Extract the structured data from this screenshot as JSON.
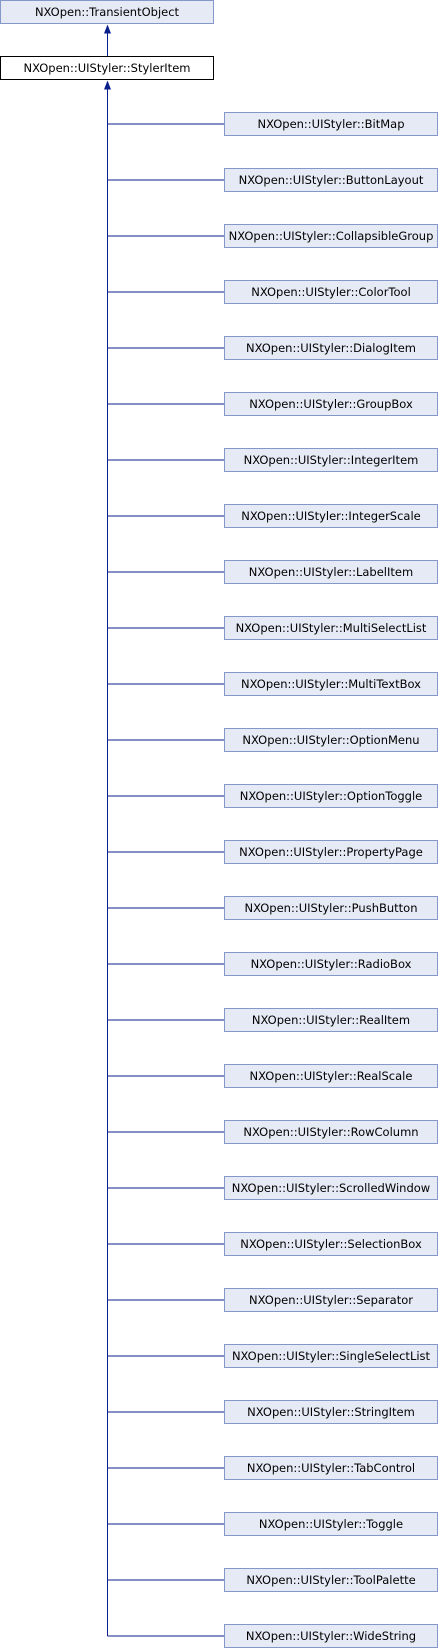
{
  "diagram": {
    "base": "NXOpen::TransientObject",
    "current": "NXOpen::UIStyler::StylerItem",
    "children": [
      "NXOpen::UIStyler::BitMap",
      "NXOpen::UIStyler::ButtonLayout",
      "NXOpen::UIStyler::CollapsibleGroup",
      "NXOpen::UIStyler::ColorTool",
      "NXOpen::UIStyler::DialogItem",
      "NXOpen::UIStyler::GroupBox",
      "NXOpen::UIStyler::IntegerItem",
      "NXOpen::UIStyler::IntegerScale",
      "NXOpen::UIStyler::LabelItem",
      "NXOpen::UIStyler::MultiSelectList",
      "NXOpen::UIStyler::MultiTextBox",
      "NXOpen::UIStyler::OptionMenu",
      "NXOpen::UIStyler::OptionToggle",
      "NXOpen::UIStyler::PropertyPage",
      "NXOpen::UIStyler::PushButton",
      "NXOpen::UIStyler::RadioBox",
      "NXOpen::UIStyler::RealItem",
      "NXOpen::UIStyler::RealScale",
      "NXOpen::UIStyler::RowColumn",
      "NXOpen::UIStyler::ScrolledWindow",
      "NXOpen::UIStyler::SelectionBox",
      "NXOpen::UIStyler::Separator",
      "NXOpen::UIStyler::SingleSelectList",
      "NXOpen::UIStyler::StringItem",
      "NXOpen::UIStyler::TabControl",
      "NXOpen::UIStyler::Toggle",
      "NXOpen::UIStyler::ToolPalette",
      "NXOpen::UIStyler::WideString"
    ]
  },
  "colors": {
    "node_fill": "#e6eaf5",
    "node_border": "#8497c9",
    "current_fill": "#ffffff",
    "current_border": "#000000",
    "edge": "#0b1f8c"
  }
}
